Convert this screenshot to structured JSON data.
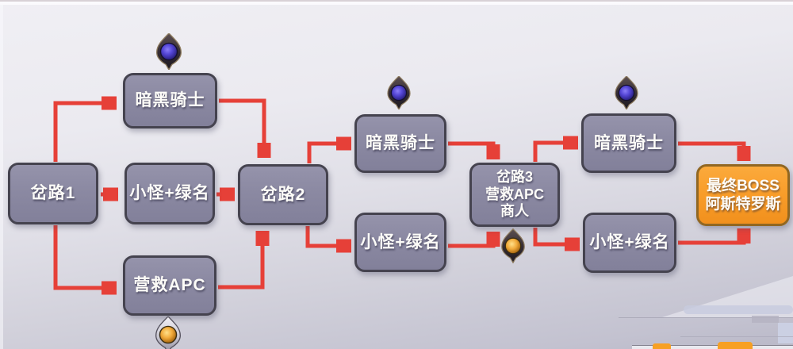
{
  "diagram": {
    "type": "flowchart",
    "description": "dungeon-route-guide",
    "nodes": {
      "fork1": {
        "label": "岔路1"
      },
      "dark_knight_top": {
        "label": "暗黑骑士"
      },
      "mobs_left": {
        "label": "小怪+绿名"
      },
      "rescue_apc": {
        "label": "营救APC"
      },
      "fork2": {
        "label": "岔路2"
      },
      "dark_knight_mid": {
        "label": "暗黑骑士"
      },
      "mobs_mid": {
        "label": "小怪+绿名"
      },
      "fork3": {
        "line1": "岔路3",
        "line2": "营救APC",
        "line3": "商人"
      },
      "dark_knight_right": {
        "label": "暗黑骑士"
      },
      "mobs_right": {
        "label": "小怪+绿名"
      },
      "final_boss": {
        "line1": "最终BOSS",
        "line2": "阿斯特罗斯"
      }
    },
    "edges": [
      {
        "from": "fork1",
        "to": "dark_knight_top"
      },
      {
        "from": "fork1",
        "to": "mobs_left"
      },
      {
        "from": "fork1",
        "to": "rescue_apc"
      },
      {
        "from": "dark_knight_top",
        "to": "fork2"
      },
      {
        "from": "mobs_left",
        "to": "fork2"
      },
      {
        "from": "rescue_apc",
        "to": "fork2"
      },
      {
        "from": "fork2",
        "to": "dark_knight_mid"
      },
      {
        "from": "fork2",
        "to": "mobs_mid"
      },
      {
        "from": "dark_knight_mid",
        "to": "fork3"
      },
      {
        "from": "mobs_mid",
        "to": "fork3"
      },
      {
        "from": "fork3",
        "to": "dark_knight_right"
      },
      {
        "from": "fork3",
        "to": "mobs_right"
      },
      {
        "from": "dark_knight_right",
        "to": "final_boss"
      },
      {
        "from": "mobs_right",
        "to": "final_boss"
      }
    ],
    "icons": {
      "blue_marker": "blue-orb-map-marker",
      "gold_marker": "gold-orb-map-marker"
    },
    "colors": {
      "node_fill": "#8b89a2",
      "node_border": "#45434f",
      "boss_fill": "#f89c29",
      "boss_border": "#916722",
      "arrow_red": "#e64038",
      "text": "#fdfcf8",
      "background_top": "#f0eff4",
      "background_bottom": "#b9b8c7",
      "accent_orange_fragment": "#f7a023"
    }
  }
}
